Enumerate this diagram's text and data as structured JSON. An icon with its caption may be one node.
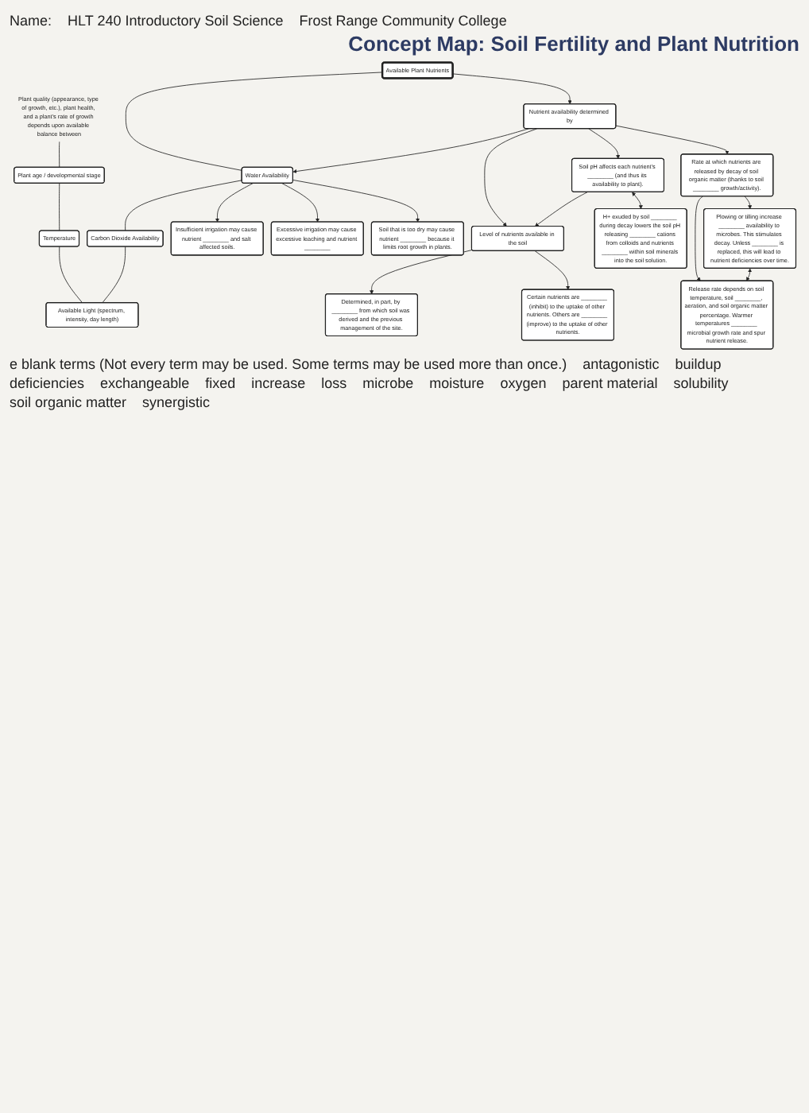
{
  "diagram": {
    "title": "Concept Map: Soil Fertility and Plant Nutrition",
    "nodes": [
      {
        "text": [
          "Plant quality (appearance, type of growth, etc.), plant health, and a plant's rate of growth depends upon available balance between"
        ]
      },
      {
        "text": [
          "Available Plant Nutrients"
        ]
      },
      {
        "text": [
          "Water Availability"
        ]
      },
      {
        "text": [
          "Carbon Dioxide Availability"
        ]
      },
      {
        "text": [
          "Available Light (spectrum, intensity, day length)"
        ]
      },
      {
        "text": [
          "Temperature"
        ]
      },
      {
        "text": [
          "Plant age / developmental stage"
        ]
      },
      {
        "text": [
          "Insufficient irrigation may cause nutrient ________ and salt affected soils."
        ]
      },
      {
        "text": [
          "Excessive irrigation may cause excessive leaching and nutrient ________"
        ]
      },
      {
        "text": [
          "Nutrient availability determined by"
        ]
      },
      {
        "text": [
          "Soil that is too dry may cause nutrient ________ because it limits root growth in plants."
        ]
      },
      {
        "text": [
          "Determined, in part, by ________ from which soil was derived and the previous management of the site."
        ]
      },
      {
        "text": [
          "Level of nutrients available in the soil"
        ]
      },
      {
        "text": [
          "Certain nutrients are ________ (inhibit) to the uptake of other nutrients. Others are ________ (improve) to the uptake of other nutrients."
        ]
      },
      {
        "text": [
          "Soil pH affects each nutrient's ________ (and thus its availability to plant)."
        ]
      },
      {
        "text": [
          "H+ exuded by soil ________ during decay lowers the soil pH releasing ________ cations from colloids and nutrients ________ within soil minerals into the soil solution."
        ]
      },
      {
        "text": [
          "Rate at which nutrients are released by decay of soil organic matter (thanks to soil ________ growth/activity)."
        ]
      },
      {
        "text": [
          "Plowing or tilling increase ________ availability to microbes. This stimulates decay. Unless ________ is replaced, this will lead to nutrient deficiencies over time."
        ]
      },
      {
        "text": [
          "Release rate depends on soil temperature, soil ________, aeration, and soil organic matter percentage. Warmer temperatures ________ microbial growth rate and spur nutrient release."
        ]
      }
    ],
    "edges": [
      {
        "from": 0,
        "to": 6,
        "arrow": "none"
      },
      {
        "from": 6,
        "to": 5,
        "arrow": "none"
      },
      {
        "from": 5,
        "to": 4,
        "arrow": "none"
      },
      {
        "from": 1,
        "to": 2,
        "arrow": "none"
      },
      {
        "from": 2,
        "to": 3,
        "arrow": "none"
      },
      {
        "from": 3,
        "to": 4,
        "arrow": "none"
      },
      {
        "from": 2,
        "to": 7,
        "arrow": "to"
      },
      {
        "from": 2,
        "to": 8,
        "arrow": "to"
      },
      {
        "from": 2,
        "to": 10,
        "arrow": "to"
      },
      {
        "from": 9,
        "to": 2,
        "arrow": "to"
      },
      {
        "from": 1,
        "to": 9,
        "arrow": "to"
      },
      {
        "from": 9,
        "to": 12,
        "arrow": "to"
      },
      {
        "from": 9,
        "to": 14,
        "arrow": "to"
      },
      {
        "from": 9,
        "to": 16,
        "arrow": "to"
      },
      {
        "from": 12,
        "to": 11,
        "arrow": "to"
      },
      {
        "from": 12,
        "to": 13,
        "arrow": "to"
      },
      {
        "from": 14,
        "to": 12,
        "arrow": "to"
      },
      {
        "from": 14,
        "to": 15,
        "arrow": "both"
      },
      {
        "from": 16,
        "to": 17,
        "arrow": "to"
      },
      {
        "from": 16,
        "to": 18,
        "arrow": "to"
      },
      {
        "from": 17,
        "to": 18,
        "arrow": "both"
      }
    ],
    "labels": [
      "Name:",
      "HLT 240 Introductory Soil Science",
      "Frost Range Community College",
      "e blank terms (Not every term may be used. Some terms may be used more than once.)",
      "antagonistic",
      "buildup",
      "deficiencies",
      "exchangeable",
      "fixed",
      "increase",
      "loss",
      "microbe",
      "moisture",
      "oxygen",
      "parent material",
      "solubility",
      "soil organic matter",
      "synergistic"
    ]
  }
}
